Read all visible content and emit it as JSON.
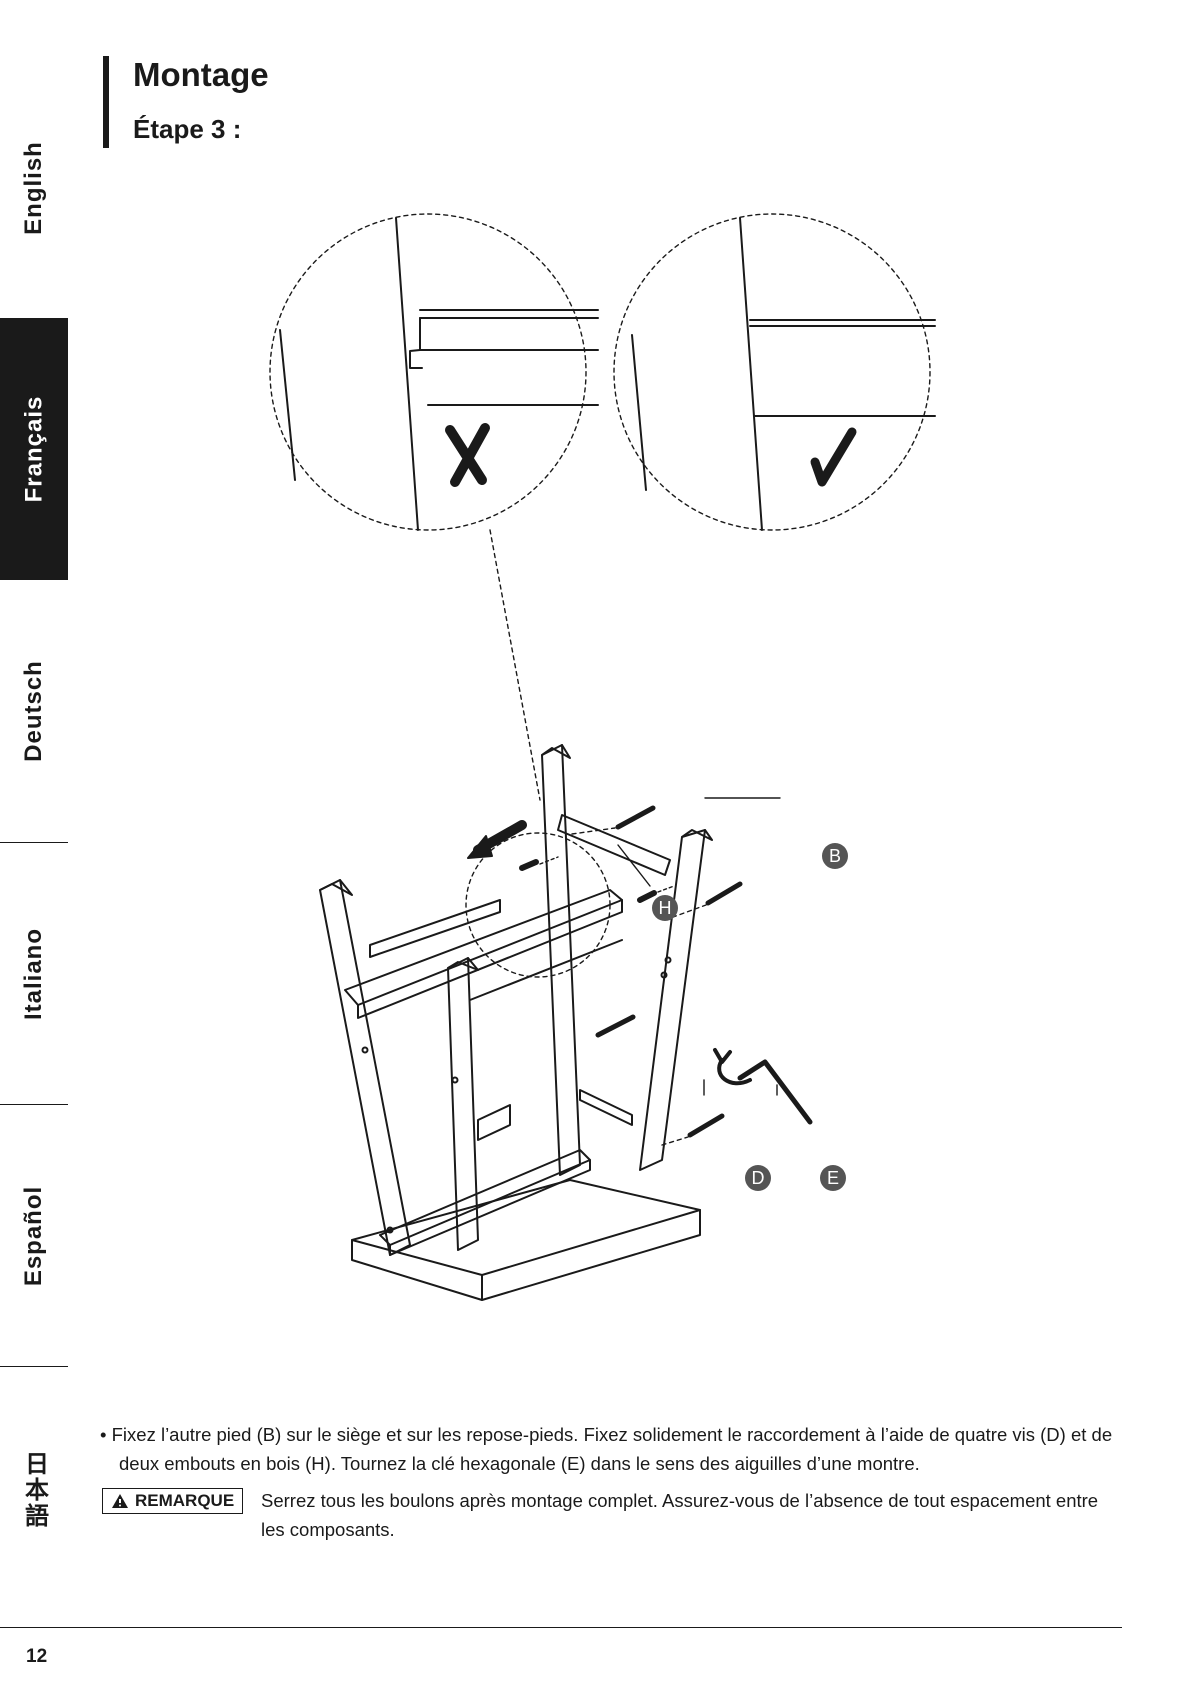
{
  "sidebar": {
    "languages": [
      {
        "label": "English"
      },
      {
        "label": "Français"
      },
      {
        "label": "Deutsch"
      },
      {
        "label": "Italiano"
      },
      {
        "label": "Español"
      },
      {
        "label": "日本語"
      }
    ],
    "active": "Français"
  },
  "header": {
    "title": "Montage",
    "step": "Étape 3 :"
  },
  "illustration": {
    "labels": {
      "leg": "B",
      "wood_plug": "H",
      "screw": "D",
      "hex_key": "E"
    },
    "icons": [
      "cross-icon",
      "check-icon",
      "rotate-clockwise-arrow-icon",
      "direction-arrow-icon"
    ]
  },
  "instructions": {
    "bullet": "Fixez l’autre pied (B) sur le siège et sur les repose-pieds. Fixez solidement le raccordement à l’aide de quatre vis (D) et de deux embouts en bois (H). Tournez la clé hexagonale (E) dans le sens des aiguilles d’une montre.",
    "note_label": "REMARQUE",
    "note_text": "Serrez tous les boulons après montage complet. Assurez-vous de l’absence de tout espacement entre les composants."
  },
  "footer": {
    "page_number": "12"
  }
}
